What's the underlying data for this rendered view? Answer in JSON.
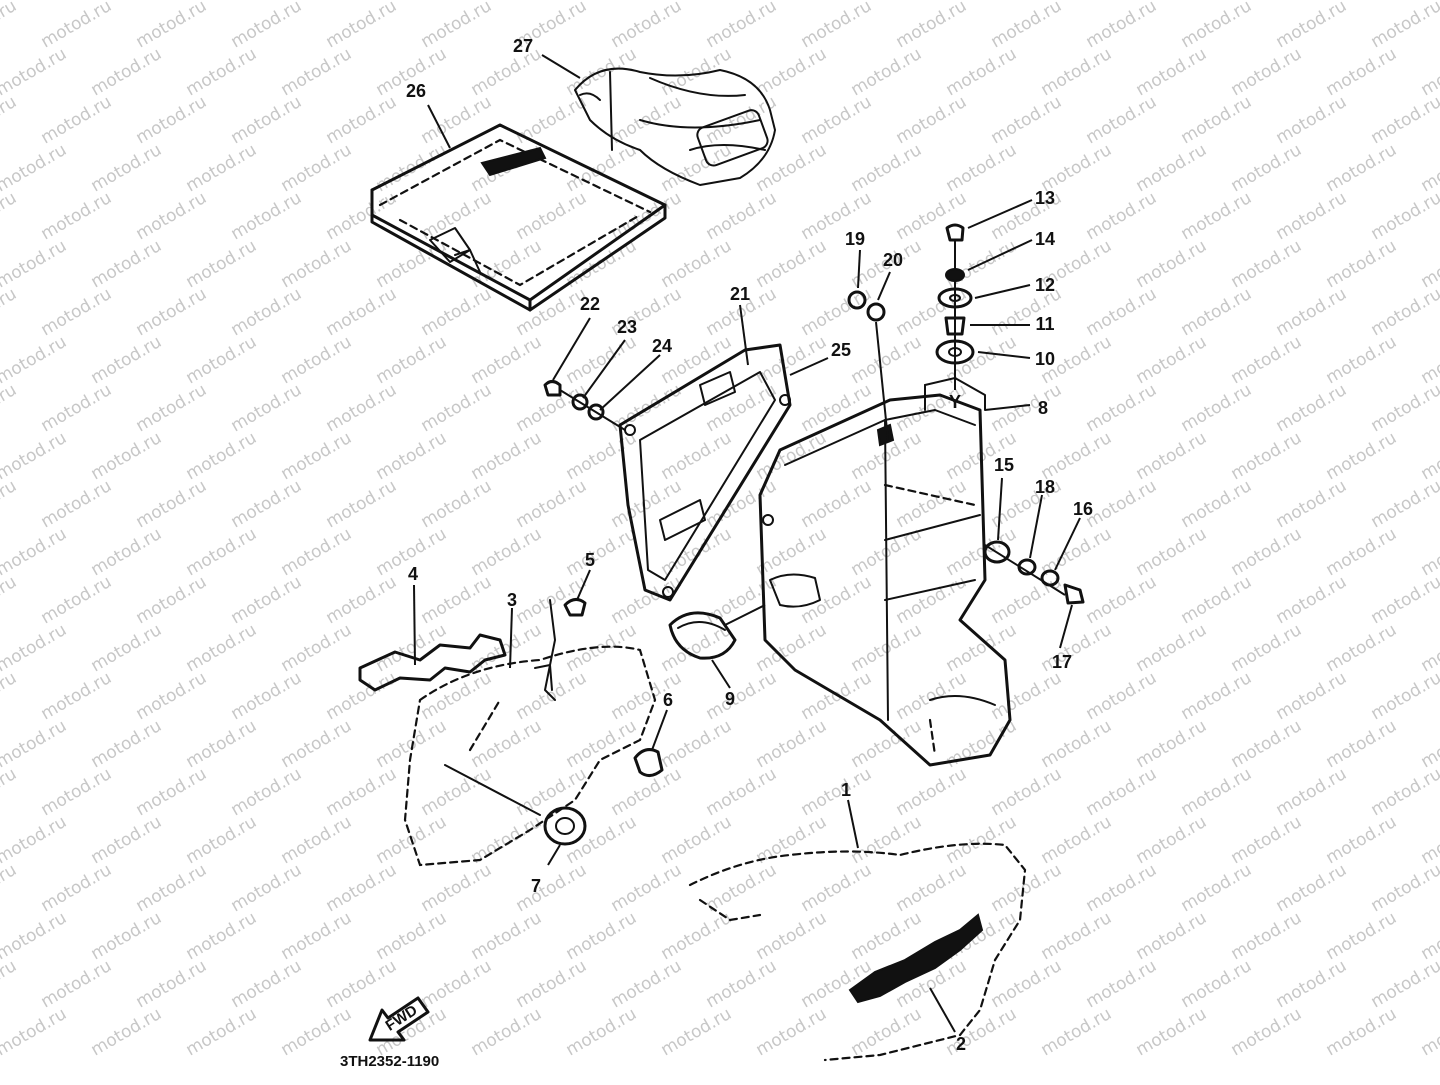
{
  "diagram": {
    "watermark_text": "motod.ru",
    "part_code": "3TH2352-1190",
    "front_arrow_label": "FWD",
    "callouts": [
      "1",
      "2",
      "3",
      "4",
      "5",
      "6",
      "7",
      "8",
      "9",
      "10",
      "11",
      "12",
      "13",
      "14",
      "15",
      "16",
      "17",
      "18",
      "19",
      "20",
      "21",
      "22",
      "23",
      "24",
      "25",
      "26",
      "27"
    ],
    "colors": {
      "ink": "#111111",
      "watermark": "#c7c7c7",
      "background": "#ffffff"
    }
  }
}
